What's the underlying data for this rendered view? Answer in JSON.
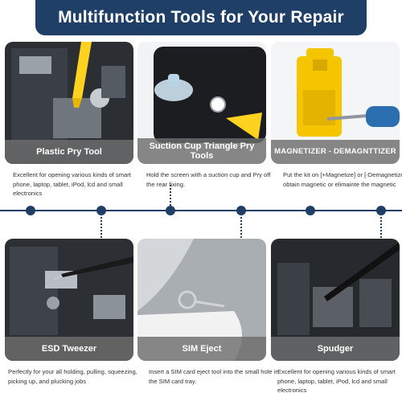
{
  "title": "Multifunction Tools for Your Repair",
  "colors": {
    "accent": "#1f3f66",
    "caption_bg": "#6e6e6e",
    "tool_yellow": "#ffd21f"
  },
  "tools": [
    {
      "name": "Plastic Pry Tool",
      "description": "Excellent for opening various kinds of smart phone, laptop, tablet, iPod, lcd and small electronics"
    },
    {
      "name": "Suction Cup Triangle Pry Tools",
      "description": "Hold the screen with a suction cup and Pry off the rear fixing."
    },
    {
      "name": "MAGNETIZER - DEMAGNTTIZER",
      "description": "Put the kit on [+Magnetize] or [-Demagnetize] to obtain magnetic or elimainte the magnetic"
    },
    {
      "name": "ESD Tweezer",
      "description": "Perfectly for your all holding, pulling, squeezing, picking up, and plucking jobs"
    },
    {
      "name": "SIM Eject",
      "description": "Insert a SIM card eject tool into the small hole in the SIM card tray."
    },
    {
      "name": "Spudger",
      "description": "Excellent for opening various kinds of smart phone, laptop, tablet, iPod, lcd and small electronics"
    }
  ]
}
